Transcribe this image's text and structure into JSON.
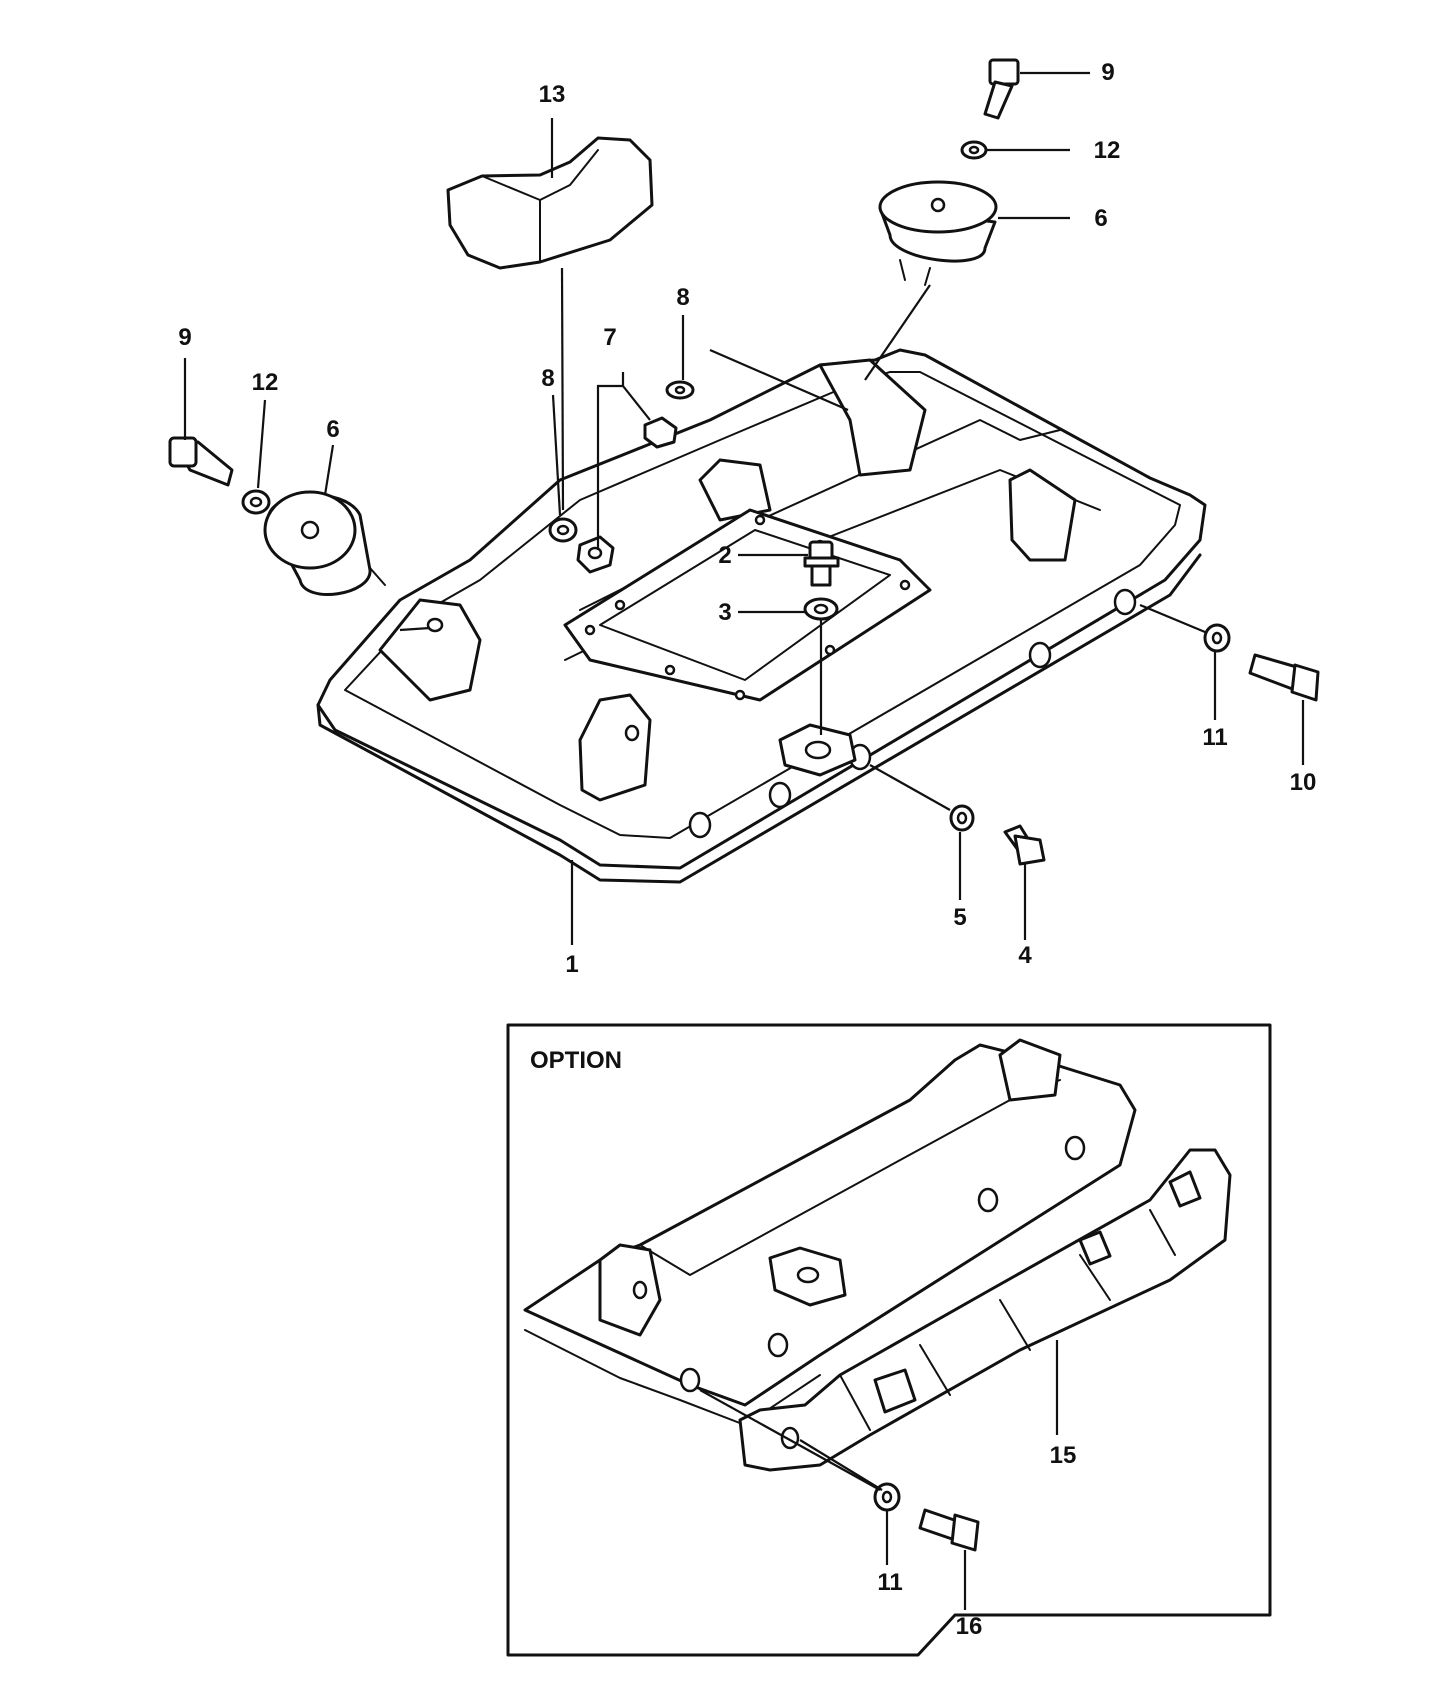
{
  "option_box": {
    "title": "OPTION"
  },
  "callouts": [
    {
      "id": "c13",
      "text": "13"
    },
    {
      "id": "c9a",
      "text": "9"
    },
    {
      "id": "c12a",
      "text": "12"
    },
    {
      "id": "c6a",
      "text": "6"
    },
    {
      "id": "c8a",
      "text": "8"
    },
    {
      "id": "c9b",
      "text": "9"
    },
    {
      "id": "c12b",
      "text": "12"
    },
    {
      "id": "c6b",
      "text": "6"
    },
    {
      "id": "c7",
      "text": "7"
    },
    {
      "id": "c8b",
      "text": "8"
    },
    {
      "id": "c2",
      "text": "2"
    },
    {
      "id": "c3",
      "text": "3"
    },
    {
      "id": "c11a",
      "text": "11"
    },
    {
      "id": "c10",
      "text": "10"
    },
    {
      "id": "c5",
      "text": "5"
    },
    {
      "id": "c4",
      "text": "4"
    },
    {
      "id": "c1",
      "text": "1"
    },
    {
      "id": "c15",
      "text": "15"
    },
    {
      "id": "c11b",
      "text": "11"
    },
    {
      "id": "c16",
      "text": "16"
    }
  ]
}
